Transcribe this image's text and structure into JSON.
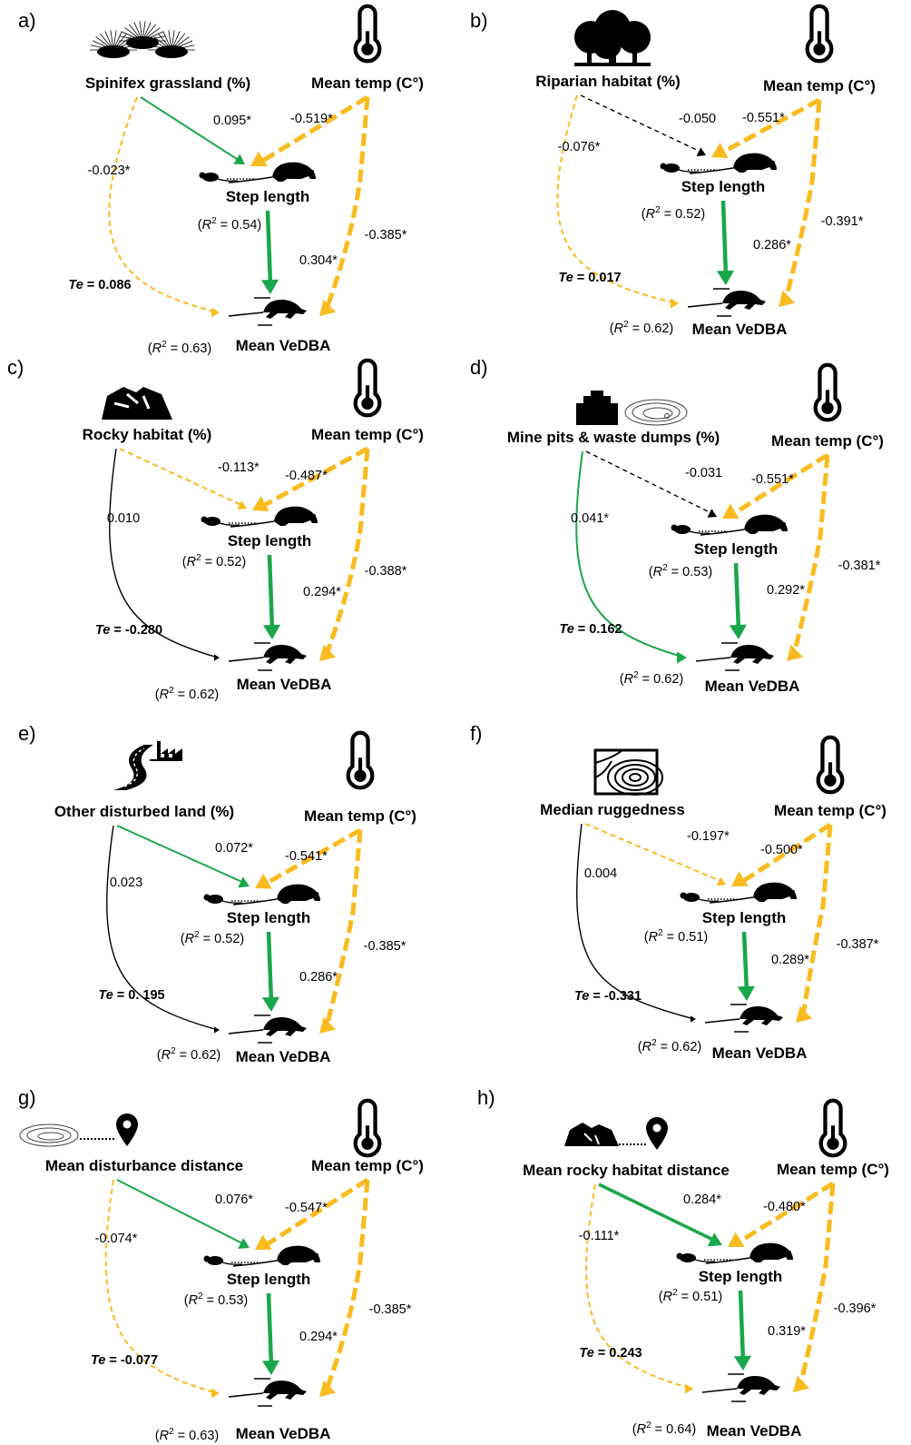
{
  "colors": {
    "temp": "#f9bb1e",
    "positive": "#1aa64a",
    "nonsig": "#000000"
  },
  "common": {
    "temp_label": "Mean temp (C°)",
    "step_label": "Step length",
    "vedba_label": "Mean VeDBA",
    "te_prefix": "Te"
  },
  "panels": [
    {
      "label": "a)",
      "predictor": "Spinifex grassland (%)",
      "predictor_icon": "spinifex-grass-icon",
      "pred_step": {
        "value": "0.095*",
        "style": "green-solid"
      },
      "temp_step": {
        "value": "-0.519*"
      },
      "pred_vedba": {
        "value": "-0.023*",
        "style": "yellow-dashed"
      },
      "temp_vedba": {
        "value": "-0.385*"
      },
      "step_vedba": {
        "value": "0.304*"
      },
      "step_r2": "0.54",
      "vedba_r2": "0.63",
      "te": "0.086"
    },
    {
      "label": "b)",
      "predictor": "Riparian habitat (%)",
      "predictor_icon": "tree-icon",
      "pred_step": {
        "value": "-0.050",
        "style": "black-dashed"
      },
      "temp_step": {
        "value": "-0.551*"
      },
      "pred_vedba": {
        "value": "-0.076*",
        "style": "yellow-dashed"
      },
      "temp_vedba": {
        "value": "-0.391*"
      },
      "step_vedba": {
        "value": "0.286*"
      },
      "step_r2": "0.52",
      "vedba_r2": "0.62",
      "te": "0.017"
    },
    {
      "label": "c)",
      "predictor": "Rocky habitat (%)",
      "predictor_icon": "rocks-icon",
      "pred_step": {
        "value": "-0.113*",
        "style": "yellow-dashed"
      },
      "temp_step": {
        "value": "-0.487*"
      },
      "pred_vedba": {
        "value": "0.010",
        "style": "black-solid"
      },
      "temp_vedba": {
        "value": "-0.388*"
      },
      "step_vedba": {
        "value": "0.294*"
      },
      "step_r2": "0.52",
      "vedba_r2": "0.62",
      "te": "-0.280"
    },
    {
      "label": "d)",
      "predictor": "Mine pits & waste dumps (%)",
      "predictor_icon": "mine-pit-icon",
      "pred_step": {
        "value": "-0.031",
        "style": "black-dashed"
      },
      "temp_step": {
        "value": "-0.551*"
      },
      "pred_vedba": {
        "value": "0.041*",
        "style": "green-solid"
      },
      "temp_vedba": {
        "value": "-0.381*"
      },
      "step_vedba": {
        "value": "0.292*"
      },
      "step_r2": "0.53",
      "vedba_r2": "0.62",
      "te": "0.162"
    },
    {
      "label": "e)",
      "predictor": "Other disturbed land (%)",
      "predictor_icon": "road-factory-icon",
      "pred_step": {
        "value": "0.072*",
        "style": "green-solid"
      },
      "temp_step": {
        "value": "-0.541*"
      },
      "pred_vedba": {
        "value": "0.023",
        "style": "black-solid"
      },
      "temp_vedba": {
        "value": "-0.385*"
      },
      "step_vedba": {
        "value": "0.286*"
      },
      "step_r2": "0.52",
      "vedba_r2": "0.62",
      "te": "0. 195"
    },
    {
      "label": "f)",
      "predictor": "Median ruggedness",
      "predictor_icon": "contour-map-icon",
      "pred_step": {
        "value": "-0.197*",
        "style": "yellow-dashed"
      },
      "temp_step": {
        "value": "-0.500*"
      },
      "pred_vedba": {
        "value": "0.004",
        "style": "black-solid"
      },
      "temp_vedba": {
        "value": "-0.387*"
      },
      "step_vedba": {
        "value": "0.289*"
      },
      "step_r2": "0.51",
      "vedba_r2": "0.62",
      "te": "-0.331"
    },
    {
      "label": "g)",
      "predictor": "Mean disturbance distance",
      "predictor_icon": "disturbance-distance-icon",
      "pred_step": {
        "value": "0.076*",
        "style": "green-solid"
      },
      "temp_step": {
        "value": "-0.547*"
      },
      "pred_vedba": {
        "value": "-0.074*",
        "style": "yellow-dashed"
      },
      "temp_vedba": {
        "value": "-0.385*"
      },
      "step_vedba": {
        "value": "0.294*"
      },
      "step_r2": "0.53",
      "vedba_r2": "0.63",
      "te": "-0.077"
    },
    {
      "label": "h)",
      "predictor": "Mean rocky habitat distance",
      "predictor_icon": "rock-distance-icon",
      "pred_step": {
        "value": "0.284*",
        "style": "green-solid-thick"
      },
      "temp_step": {
        "value": "-0.480*"
      },
      "pred_vedba": {
        "value": "-0.111*",
        "style": "yellow-dashed"
      },
      "temp_vedba": {
        "value": "-0.396*"
      },
      "step_vedba": {
        "value": "0.319*"
      },
      "step_r2": "0.51",
      "vedba_r2": "0.64",
      "te": "0.243"
    }
  ]
}
